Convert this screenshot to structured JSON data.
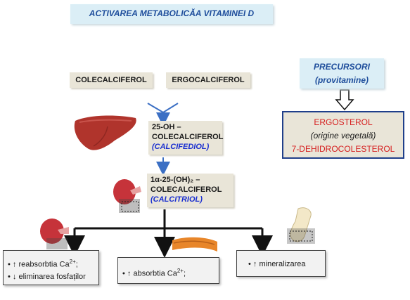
{
  "title": "ACTIVAREA METABOLICĂA VITAMINEI D",
  "sources": {
    "colecalciferol": "COLECALCIFEROL",
    "ergocalciferol": "ERGOCALCIFEROL"
  },
  "step1": {
    "line1": "25-OH –",
    "line2": "COLECALCIFEROL",
    "name": "(CALCIFEDIOL)"
  },
  "step2": {
    "line1": "1α-25-(OH)₂ –",
    "line2": "COLECALCIFEROL",
    "name": "(CALCITRIOL)"
  },
  "precursors": {
    "line1": "PRECURSORI",
    "line2": "(provitamine)"
  },
  "ergo_box": {
    "line1": "ERGOSTEROL",
    "line2": "(origine vegetală)",
    "line3": "7-DEHIDROCOLESTEROL"
  },
  "effects": {
    "kidney_line1": "• ↑ reabsorbtia Ca",
    "kidney_line1_sup": "2+",
    "kidney_line1_end": ";",
    "kidney_line2": "• ↓ eliminarea fosfaților",
    "intestine": "• ↑ absorbtia Ca",
    "intestine_sup": "2+",
    "intestine_end": ";",
    "bone": "• ↑ mineralizarea"
  },
  "icons": [
    "liver-icon",
    "kidney-icon",
    "intestine-icon",
    "bone-icon"
  ],
  "colors": {
    "title_bg": "#dbeef6",
    "title_text": "#1f4e9c",
    "box_bg": "#e9e5d8",
    "arrow_blue": "#3b6fc4",
    "liver": "#b0342c",
    "kidney": "#c6333a",
    "intestine": "#e8862a"
  }
}
